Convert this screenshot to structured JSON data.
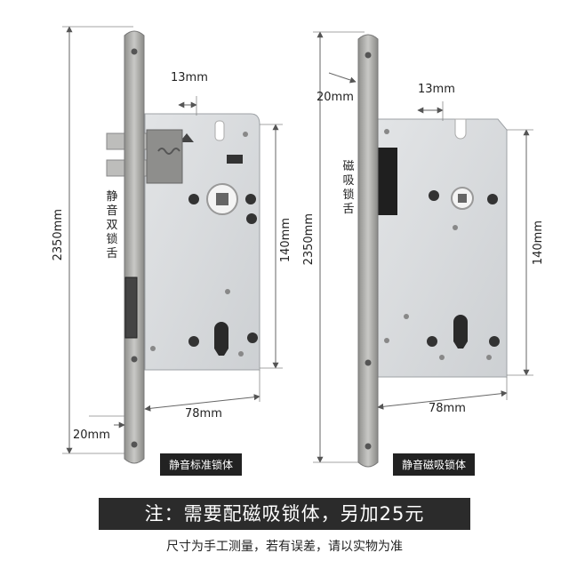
{
  "left_lock": {
    "height_label": "2350mm",
    "bolt_offset_label": "13mm",
    "body_height_label": "140mm",
    "width_label": "78mm",
    "faceplate_label": "20mm",
    "bolt_side_label": "静音双锁舌",
    "caption": "静音标准锁体"
  },
  "right_lock": {
    "height_label": "2350mm",
    "faceplate_label": "20mm",
    "bolt_offset_label": "13mm",
    "body_height_label": "140mm",
    "width_label": "78mm",
    "bolt_side_label": "磁吸锁舌",
    "caption": "静音磁吸锁体"
  },
  "notice": "注：需要配磁吸锁体，另加25元",
  "footer": "尺寸为手工测量，若有误差，请以实物为准",
  "colors": {
    "faceplate": "#a9a9a6",
    "body": "#d7d9db",
    "notice_bg": "#2b2b2b",
    "dim_line": "#555555"
  }
}
